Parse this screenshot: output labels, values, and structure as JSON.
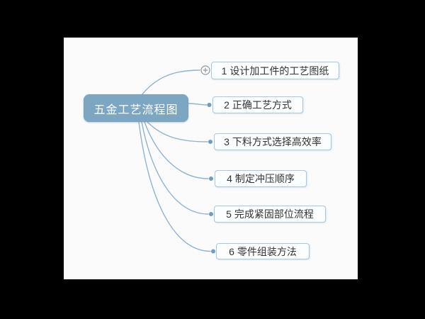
{
  "canvas": {
    "background": "#fbfbfb",
    "outer_background": "#000000"
  },
  "mindmap": {
    "root": {
      "label": "五金工艺流程图"
    },
    "branches": [
      {
        "label": "1 设计加工件的工艺图纸",
        "connector_end": "plus-circle-icon"
      },
      {
        "label": "2 正确工艺方式",
        "connector_end": "dot"
      },
      {
        "label": "3 下料方式选择高效率",
        "connector_end": "dot"
      },
      {
        "label": "4 制定冲压顺序",
        "connector_end": "dot"
      },
      {
        "label": "5 完成紧固部位流程",
        "connector_end": "dot"
      },
      {
        "label": "6 零件组装方法",
        "connector_end": "dot"
      }
    ],
    "colors": {
      "root_fill": "#7da6c3",
      "root_text": "#ffffff",
      "branch_fill": "#fcfdfe",
      "branch_border": "#a9c7e0",
      "branch_text": "#333333",
      "connector_line": "#91b3cf",
      "connector_dot": "#6e9dbd",
      "plus_icon_stroke": "#8f9499",
      "plus_icon_fill": "#fbfbfb"
    }
  }
}
